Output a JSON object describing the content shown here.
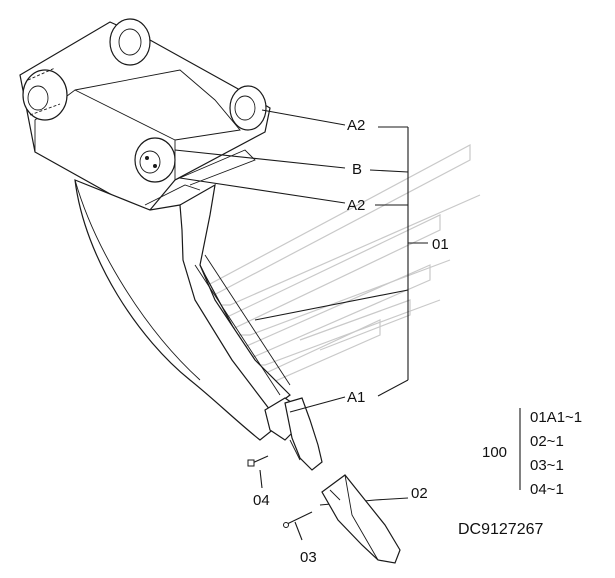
{
  "callouts": {
    "a2_top": "A2",
    "b": "B",
    "a2_mid": "A2",
    "p01": "01",
    "a1": "A1",
    "p04": "04",
    "p02": "02",
    "p03": "03"
  },
  "assembly": {
    "label": "100",
    "items": [
      "01A1~1",
      "02~1",
      "03~1",
      "04~1"
    ]
  },
  "drawing_code": "DC9127267"
}
